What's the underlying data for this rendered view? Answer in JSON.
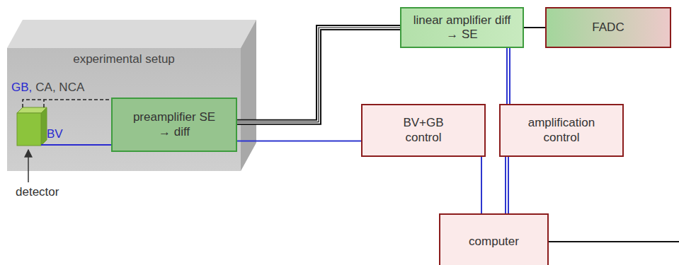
{
  "diagram": {
    "nodes": [
      {
        "text": [
          "experimental setup"
        ]
      },
      {
        "text": [
          "preamplifier SE → diff"
        ],
        "in": 0
      },
      {
        "text": [
          "linear amplifier diff → SE"
        ]
      },
      {
        "text": [
          "FADC"
        ]
      },
      {
        "text": [
          "BV+GB control"
        ]
      },
      {
        "text": [
          "amplification control"
        ]
      },
      {
        "text": [
          "computer"
        ]
      }
    ],
    "edges": [
      {
        "from": 1,
        "to": 2,
        "arrow": "none"
      },
      {
        "from": 2,
        "to": 3,
        "arrow": "none"
      },
      {
        "from": 1,
        "to": 4,
        "arrow": "none"
      },
      {
        "from": 2,
        "to": 5,
        "arrow": "none"
      },
      {
        "from": 4,
        "to": 6,
        "arrow": "none"
      },
      {
        "from": 5,
        "to": 6,
        "arrow": "none"
      }
    ],
    "labels": [
      "GB,",
      "CA, NCA",
      "BV",
      "detector"
    ]
  }
}
